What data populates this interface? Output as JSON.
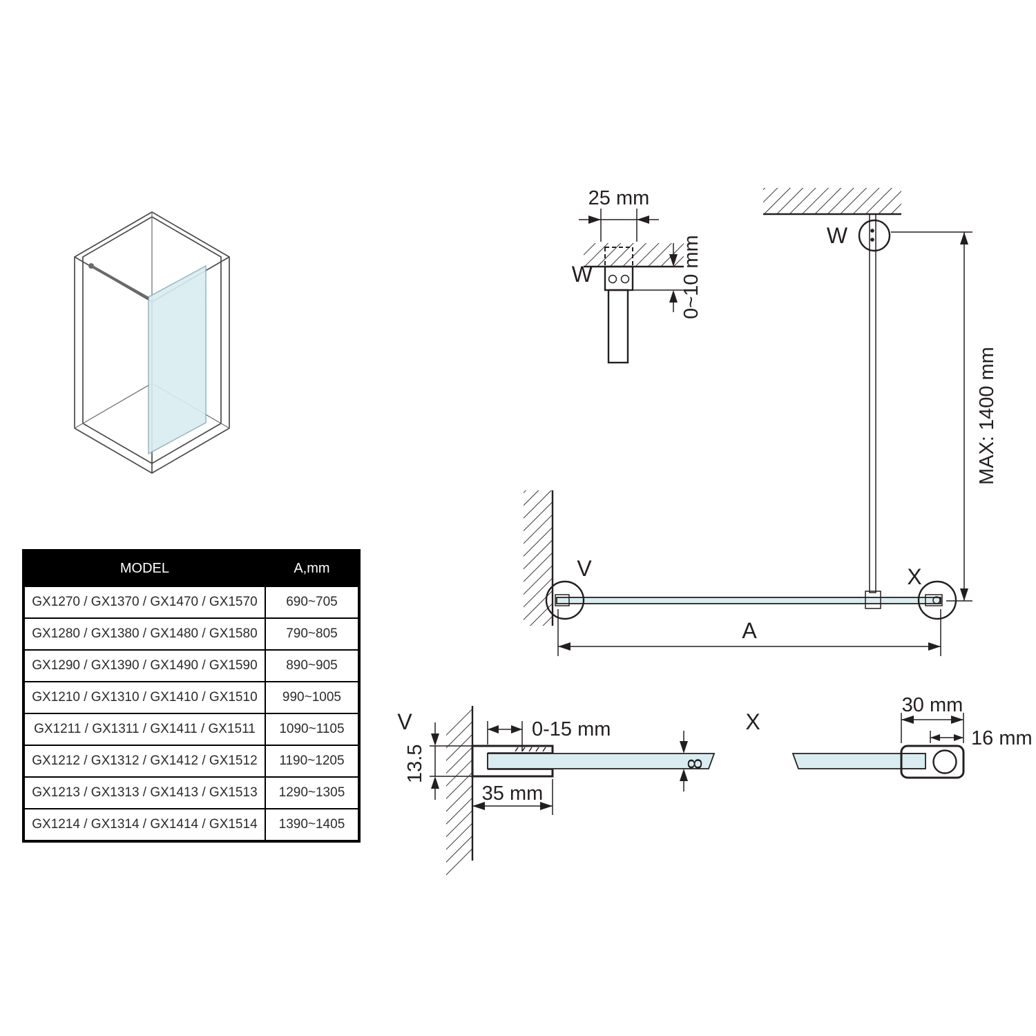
{
  "table": {
    "header": {
      "model": "MODEL",
      "a": "A,mm"
    },
    "rows": [
      {
        "model": "GX1270 / GX1370 / GX1470 / GX1570",
        "a": "690~705"
      },
      {
        "model": "GX1280 / GX1380 / GX1480 / GX1580",
        "a": "790~805"
      },
      {
        "model": "GX1290 / GX1390 / GX1490 / GX1590",
        "a": "890~905"
      },
      {
        "model": "GX1210 / GX1310 / GX1410 / GX1510",
        "a": "990~1005"
      },
      {
        "model": "GX1211 / GX1311 / GX1411 / GX1511",
        "a": "1090~1105"
      },
      {
        "model": "GX1212 / GX1312 / GX1412 / GX1512",
        "a": "1190~1205"
      },
      {
        "model": "GX1213 / GX1313 / GX1413 / GX1513",
        "a": "1290~1305"
      },
      {
        "model": "GX1214 / GX1314 / GX1414 / GX1514",
        "a": "1390~1405"
      }
    ]
  },
  "diagram": {
    "detail_w": {
      "label": "W",
      "bracket_width": "25 mm",
      "ceiling_gap": "0~10 mm"
    },
    "plan_view": {
      "label_w": "W",
      "label_v": "V",
      "label_x": "X",
      "panel_width": "A",
      "max_bar_length": "MAX: 1400 mm"
    },
    "detail_v": {
      "label": "V",
      "profile_height": "13.5",
      "adjust_range": "0-15 mm",
      "profile_depth": "35 mm",
      "glass_thickness": "8"
    },
    "detail_x": {
      "label": "X",
      "cap_length": "30 mm",
      "cap_height": "16 mm"
    }
  },
  "colors": {
    "glass": "#d9edf0",
    "line": "#231f20",
    "iso_line": "#4a4a4a",
    "table_header_bg": "#000000",
    "table_header_text": "#ffffff"
  }
}
